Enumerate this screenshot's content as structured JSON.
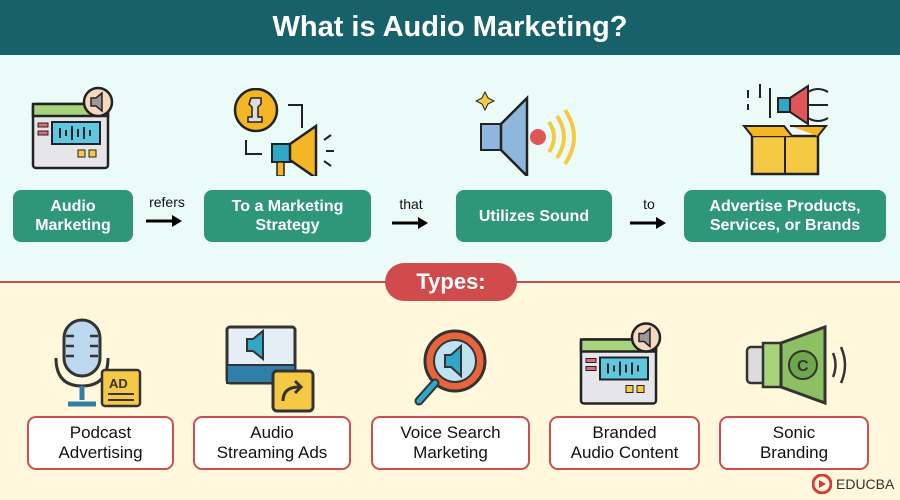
{
  "header": {
    "title": "What is Audio Marketing?"
  },
  "definition": {
    "steps": [
      "Audio\nMarketing",
      "To a Marketing\nStrategy",
      "Utilizes Sound",
      "Advertise Products,\nServices, or Brands"
    ],
    "connectors": [
      "refers",
      "that",
      "to"
    ]
  },
  "types": {
    "label": "Types:",
    "items": [
      "Podcast\nAdvertising",
      "Audio\nStreaming Ads",
      "Voice Search\nMarketing",
      "Branded\nAudio Content",
      "Sonic\nBranding"
    ]
  },
  "logo": {
    "text": "EDUCBA"
  },
  "colors": {
    "header": "#17626a",
    "step": "#2e977a",
    "accent": "#d04b4b"
  }
}
